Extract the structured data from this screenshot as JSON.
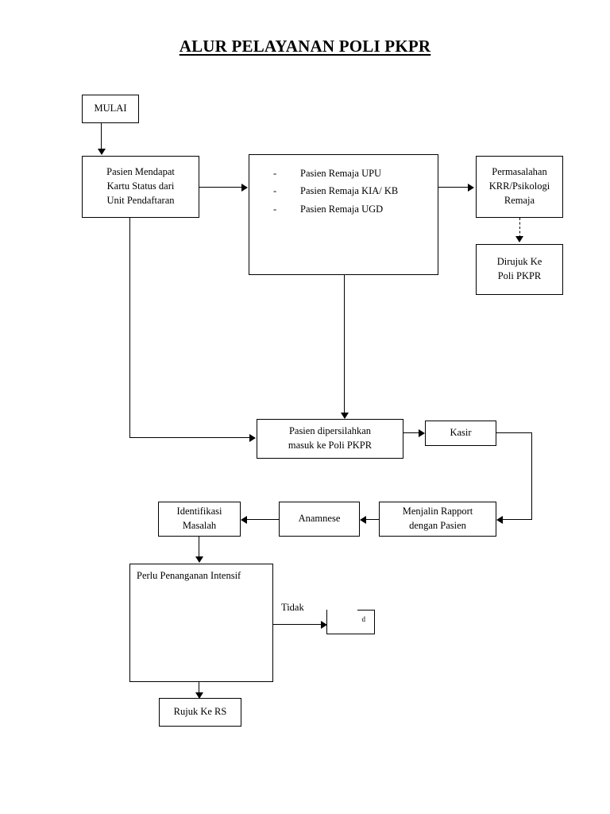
{
  "document": {
    "title": "ALUR PELAYANAN POLI PKPR"
  },
  "nodes": {
    "mulai": {
      "label": "MULAI"
    },
    "pendaftaran": {
      "label": "Pasien Mendapat\nKartu Status dari\nUnit Pendaftaran"
    },
    "sumber_pasien": {
      "items": [
        "Pasien Remaja UPU",
        "Pasien Remaja KIA/ KB",
        "Pasien Remaja UGD"
      ]
    },
    "permasalahan": {
      "label": "Permasalahan\nKRR/Psikologi\nRemaja"
    },
    "dirujuk_pkpr": {
      "label": "Dirujuk Ke\nPoli PKPR"
    },
    "dipersilahkan": {
      "label": "Pasien dipersilahkan\nmasuk ke Poli PKPR"
    },
    "kasir": {
      "label": "Kasir"
    },
    "rapport": {
      "label": "Menjalin Rapport\ndengan Pasien"
    },
    "anamnese": {
      "label": "Anamnese"
    },
    "identifikasi": {
      "label": "Identifikasi\nMasalah"
    },
    "penanganan": {
      "label": "Perlu Penanganan Intensif"
    },
    "rujuk_rs": {
      "label": "Rujuk Ke RS"
    },
    "clipped": {
      "label": "d"
    }
  },
  "edges": {
    "tidak_label": "Tidak"
  },
  "colors": {
    "stroke": "#000000",
    "background": "#ffffff",
    "text": "#000000"
  }
}
